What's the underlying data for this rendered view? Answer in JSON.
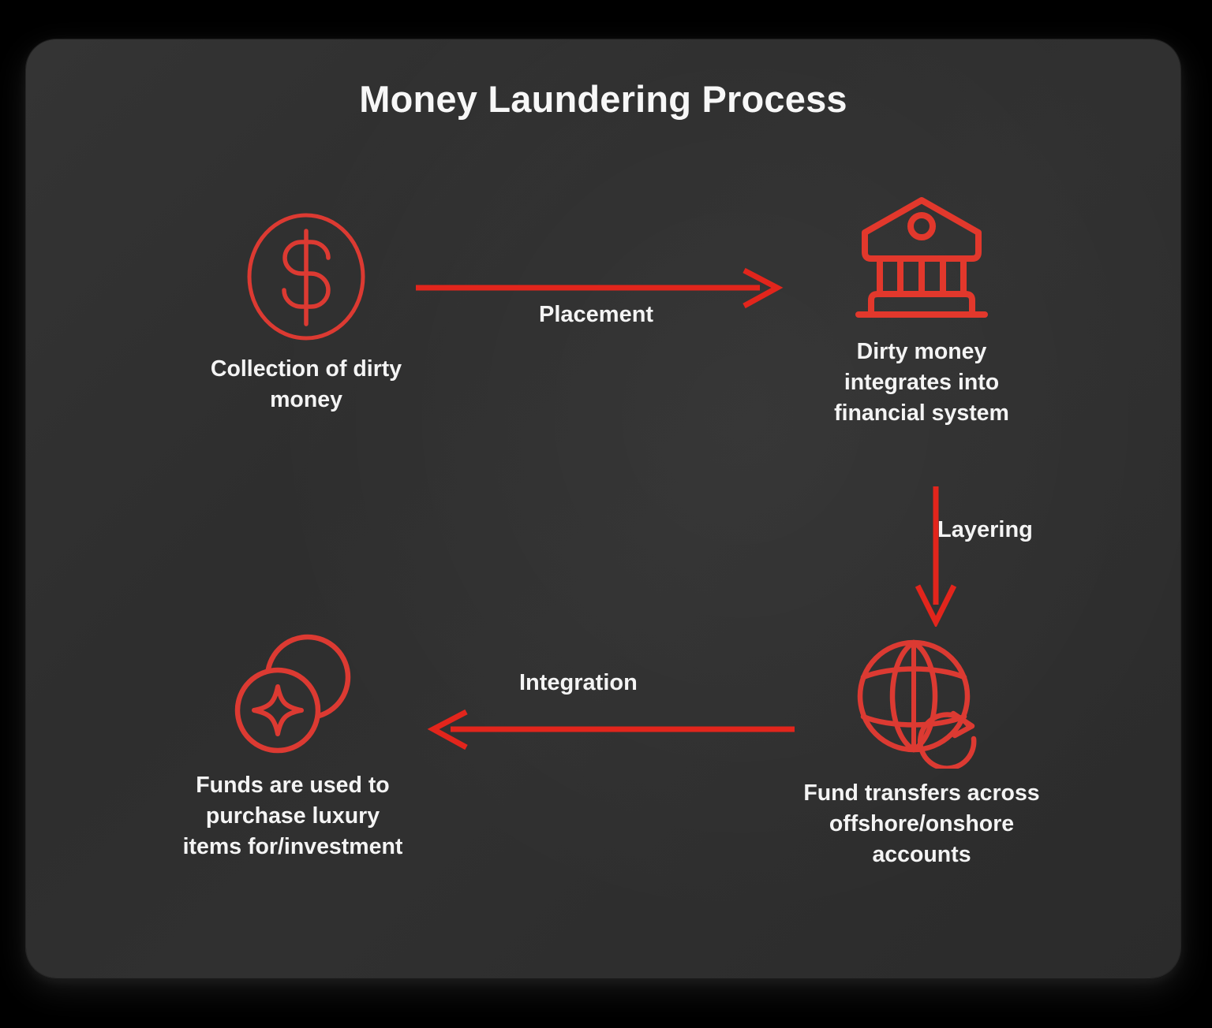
{
  "card": {
    "title": "Money Laundering Process",
    "background_color": "#303030",
    "page_background_color": "#000000",
    "accent_color": "#dc3a32",
    "text_color": "#f4f4f4"
  },
  "nodes": [
    {
      "id": "collection",
      "icon": "dollar-circle-icon",
      "label": "Collection of dirty\nmoney"
    },
    {
      "id": "bank",
      "icon": "bank-building-icon",
      "label": "Dirty money\nintegrates into\nfinancial system"
    },
    {
      "id": "globe",
      "icon": "globe-transfer-icon",
      "label": "Fund transfers across\noffshore/onshore\naccounts"
    },
    {
      "id": "luxury",
      "icon": "luxury-coins-sparkle-icon",
      "label": "Funds are used to\npurchase luxury\nitems for/investment"
    }
  ],
  "connectors": [
    {
      "id": "placement",
      "label": "Placement",
      "direction": "right",
      "from": "collection",
      "to": "bank"
    },
    {
      "id": "layering",
      "label": "Layering",
      "direction": "down",
      "from": "bank",
      "to": "globe"
    },
    {
      "id": "integration",
      "label": "Integration",
      "direction": "left",
      "from": "globe",
      "to": "luxury"
    }
  ]
}
